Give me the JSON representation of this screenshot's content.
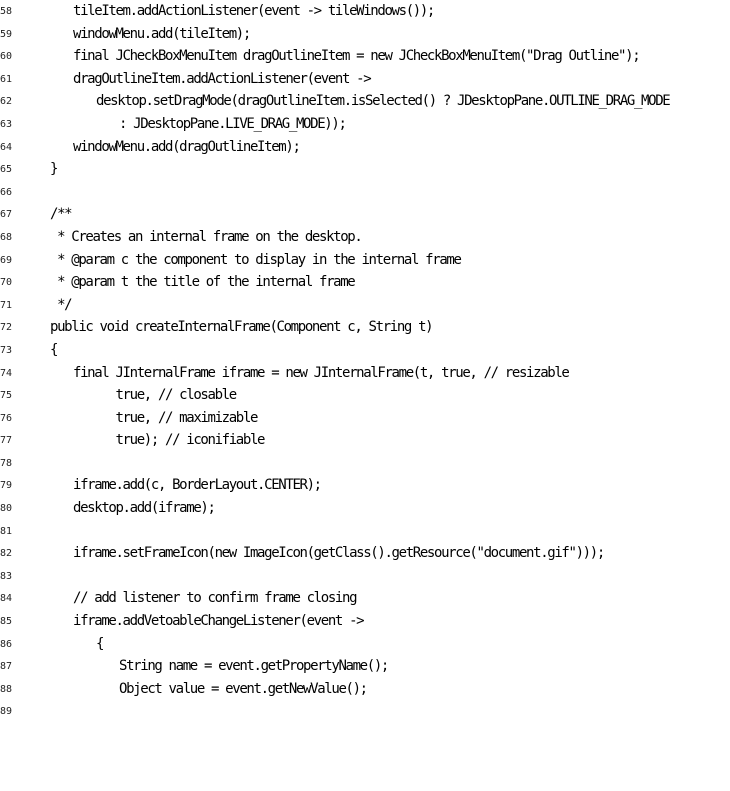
{
  "listing": {
    "lines": [
      {
        "num": "58",
        "indent": 1,
        "code": "tileItem.addActionListener(event -> tileWindows());"
      },
      {
        "num": "59",
        "indent": 1,
        "code": "windowMenu.add(tileItem);"
      },
      {
        "num": "60",
        "indent": 1,
        "code": "final JCheckBoxMenuItem dragOutlineItem = new JCheckBoxMenuItem(\"Drag Outline\");"
      },
      {
        "num": "61",
        "indent": 1,
        "code": "dragOutlineItem.addActionListener(event ->"
      },
      {
        "num": "62",
        "indent": 2,
        "code": "desktop.setDragMode(dragOutlineItem.isSelected() ? JDesktopPane.OUTLINE_DRAG_MODE"
      },
      {
        "num": "63",
        "indent": 3,
        "code": ": JDesktopPane.LIVE_DRAG_MODE));"
      },
      {
        "num": "64",
        "indent": 1,
        "code": "windowMenu.add(dragOutlineItem);"
      },
      {
        "num": "65",
        "indent": 0,
        "code": "}"
      },
      {
        "num": "66",
        "indent": 0,
        "code": ""
      },
      {
        "num": "67",
        "indent": 0,
        "code": "/**"
      },
      {
        "num": "68",
        "indent": 0,
        "code": " * Creates an internal frame on the desktop."
      },
      {
        "num": "69",
        "indent": 0,
        "code": " * @param c the component to display in the internal frame"
      },
      {
        "num": "70",
        "indent": 0,
        "code": " * @param t the title of the internal frame"
      },
      {
        "num": "71",
        "indent": 0,
        "code": " */"
      },
      {
        "num": "72",
        "indent": 0,
        "code": "public void createInternalFrame(Component c, String t)"
      },
      {
        "num": "73",
        "indent": 0,
        "code": "{"
      },
      {
        "num": "74",
        "indent": 1,
        "code": "final JInternalFrame iframe = new JInternalFrame(t, true, // resizable"
      },
      {
        "num": "75",
        "indent": 1,
        "code": "      true, // closable"
      },
      {
        "num": "76",
        "indent": 1,
        "code": "      true, // maximizable"
      },
      {
        "num": "77",
        "indent": 1,
        "code": "      true); // iconifiable"
      },
      {
        "num": "78",
        "indent": 0,
        "code": ""
      },
      {
        "num": "79",
        "indent": 1,
        "code": "iframe.add(c, BorderLayout.CENTER);"
      },
      {
        "num": "80",
        "indent": 1,
        "code": "desktop.add(iframe);"
      },
      {
        "num": "81",
        "indent": 0,
        "code": ""
      },
      {
        "num": "82",
        "indent": 1,
        "code": "iframe.setFrameIcon(new ImageIcon(getClass().getResource(\"document.gif\")));"
      },
      {
        "num": "83",
        "indent": 0,
        "code": ""
      },
      {
        "num": "84",
        "indent": 1,
        "code": "// add listener to confirm frame closing"
      },
      {
        "num": "85",
        "indent": 1,
        "code": "iframe.addVetoableChangeListener(event ->"
      },
      {
        "num": "86",
        "indent": 2,
        "code": "{"
      },
      {
        "num": "87",
        "indent": 3,
        "code": "String name = event.getPropertyName();"
      },
      {
        "num": "88",
        "indent": 3,
        "code": "Object value = event.getNewValue();"
      },
      {
        "num": "89",
        "indent": 0,
        "code": ""
      }
    ]
  }
}
